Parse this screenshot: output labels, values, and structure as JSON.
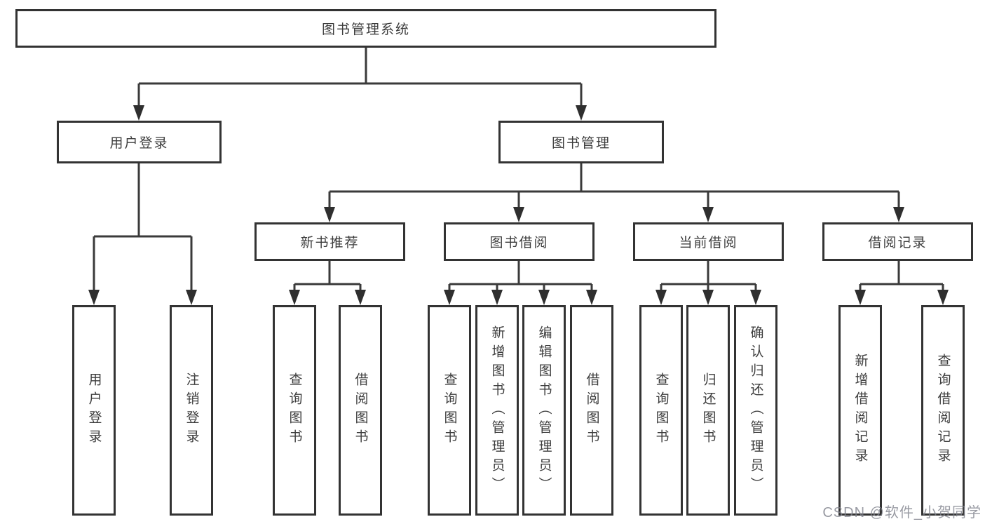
{
  "diagram": {
    "root": {
      "label": "图书管理系统"
    },
    "branches": [
      {
        "label": "用户登录",
        "children": [
          {
            "label": "用户登录"
          },
          {
            "label": "注销登录"
          }
        ]
      },
      {
        "label": "图书管理",
        "children": [
          {
            "label": "新书推荐",
            "children": [
              {
                "label": "查询图书"
              },
              {
                "label": "借阅图书"
              }
            ]
          },
          {
            "label": "图书借阅",
            "children": [
              {
                "label": "查询图书"
              },
              {
                "label": "新增图书（管理员）"
              },
              {
                "label": "编辑图书（管理员）"
              },
              {
                "label": "借阅图书"
              }
            ]
          },
          {
            "label": "当前借阅",
            "children": [
              {
                "label": "查询图书"
              },
              {
                "label": "归还图书"
              },
              {
                "label": "确认归还（管理员）"
              }
            ]
          },
          {
            "label": "借阅记录",
            "children": [
              {
                "label": "新增借阅记录"
              },
              {
                "label": "查询借阅记录"
              }
            ]
          }
        ]
      }
    ]
  },
  "watermark": {
    "text": "CSDN @软件_小贺同学"
  },
  "colors": {
    "line": "#3a3a3a",
    "arrow": "#2f2f2f",
    "box_border": "#333333",
    "box_fill": "#ffffff",
    "text": "#3d3d3d",
    "watermark": "#8a8c94"
  }
}
